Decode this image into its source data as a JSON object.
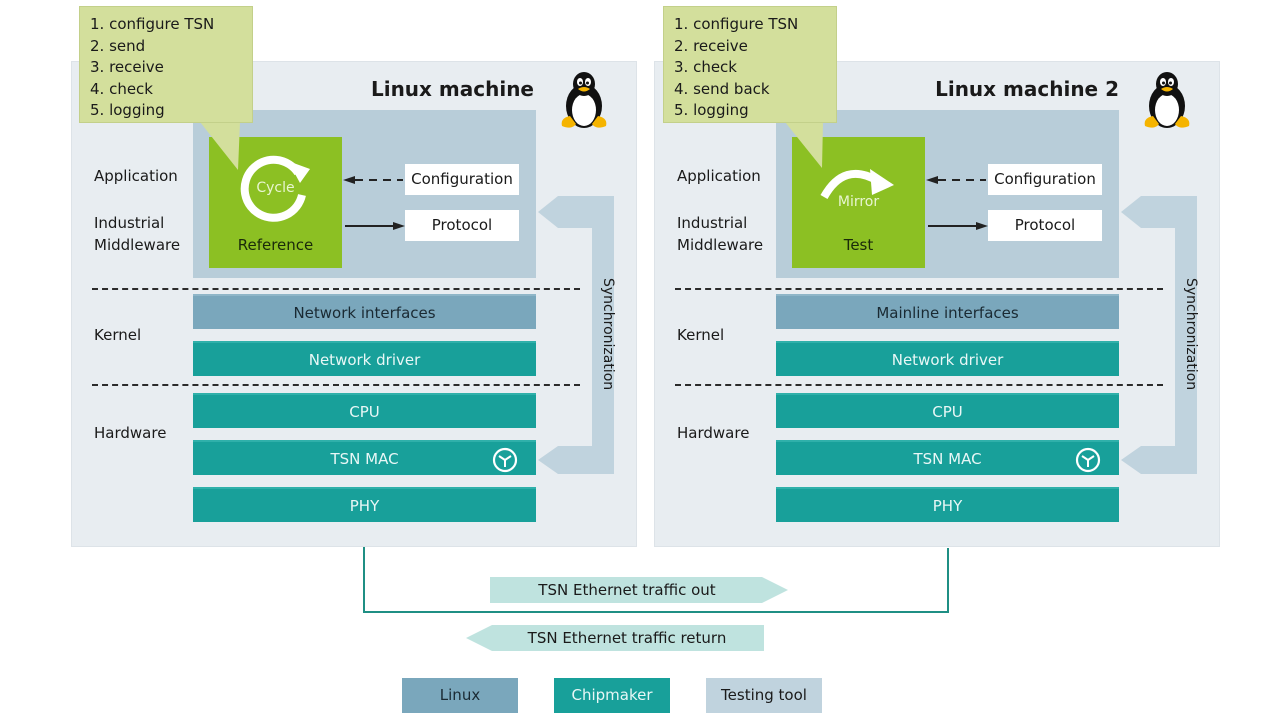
{
  "machines": [
    {
      "title": "Linux machine",
      "icon": "linux-penguin-icon",
      "callout": [
        "1. configure TSN",
        "2. send",
        "3. receive",
        "4. check",
        "5. logging"
      ],
      "app_labels": {
        "application": "Application",
        "middleware_line1": "Industrial",
        "middleware_line2": "Middleware",
        "kernel": "Kernel",
        "hardware": "Hardware"
      },
      "app_box": {
        "top_word": "Cycle",
        "bottom_word": "Reference",
        "icon": "cycle-arrow-icon"
      },
      "configuration": "Configuration",
      "protocol": "Protocol",
      "layers": {
        "interfaces": "Network interfaces",
        "driver": "Network driver",
        "cpu": "CPU",
        "mac": "TSN MAC",
        "phy": "PHY"
      },
      "sync_label": "Synchronization"
    },
    {
      "title": "Linux machine 2",
      "icon": "linux-penguin-icon",
      "callout": [
        "1. configure TSN",
        "2. receive",
        "3. check",
        "4. send back",
        "5. logging"
      ],
      "app_labels": {
        "application": "Application",
        "middleware_line1": "Industrial",
        "middleware_line2": "Middleware",
        "kernel": "Kernel",
        "hardware": "Hardware"
      },
      "app_box": {
        "top_word": "Mirror",
        "bottom_word": "Test",
        "icon": "mirror-arrow-icon"
      },
      "configuration": "Configuration",
      "protocol": "Protocol",
      "layers": {
        "interfaces": "Mainline interfaces",
        "driver": "Network driver",
        "cpu": "CPU",
        "mac": "TSN MAC",
        "phy": "PHY"
      },
      "sync_label": "Synchronization"
    }
  ],
  "traffic": {
    "out": "TSN Ethernet traffic out",
    "return": "TSN Ethernet traffic return"
  },
  "legend": [
    {
      "label": "Linux",
      "color": "#7aa7bc"
    },
    {
      "label": "Chipmaker",
      "color": "#18a09a"
    },
    {
      "label": "Testing tool",
      "color": "#c0d3de"
    }
  ],
  "colors": {
    "application_green": "#8cc023",
    "callout_green": "#d3df9c",
    "machine_bg": "#e8edf1",
    "app_area": "#b8cdd9",
    "traffic_arrow": "#bfe3df",
    "link_line": "#1f8f84"
  }
}
